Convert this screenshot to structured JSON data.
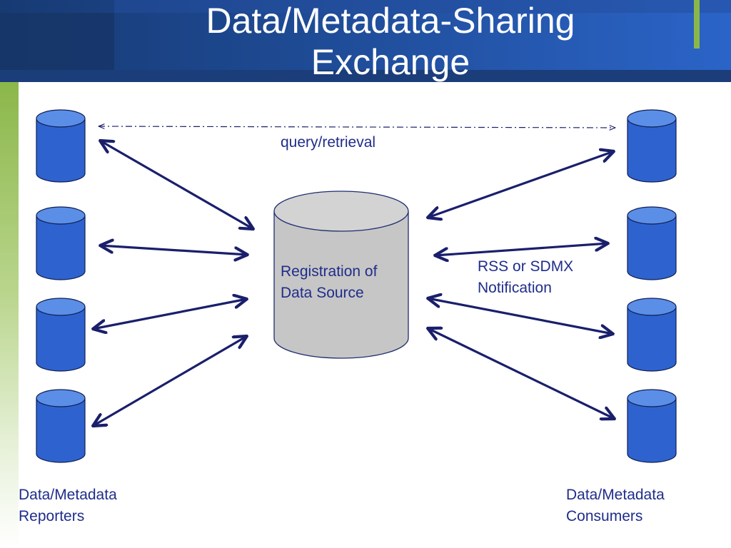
{
  "slide": {
    "title_line1": "Data/Metadata-Sharing",
    "title_line2": "Exchange"
  },
  "diagram": {
    "central_store": {
      "label_line1": "Registration of",
      "label_line2": "Data Source"
    },
    "query_label": "query/retrieval",
    "notification_label_line1": "RSS or SDMX",
    "notification_label_line2": "Notification",
    "reporters_label_line1": "Data/Metadata",
    "reporters_label_line2": "Reporters",
    "consumers_label_line1": "Data/Metadata",
    "consumers_label_line2": "Consumers"
  },
  "colors": {
    "header_dark": "#173a73",
    "header_light": "#2b64c8",
    "accent_green": "#8bb74a",
    "database_blue": "#2e63cf",
    "central_grey": "#c6c6c6",
    "arrow_navy": "#1a1f6b",
    "text_blue": "#1f2d8a"
  }
}
